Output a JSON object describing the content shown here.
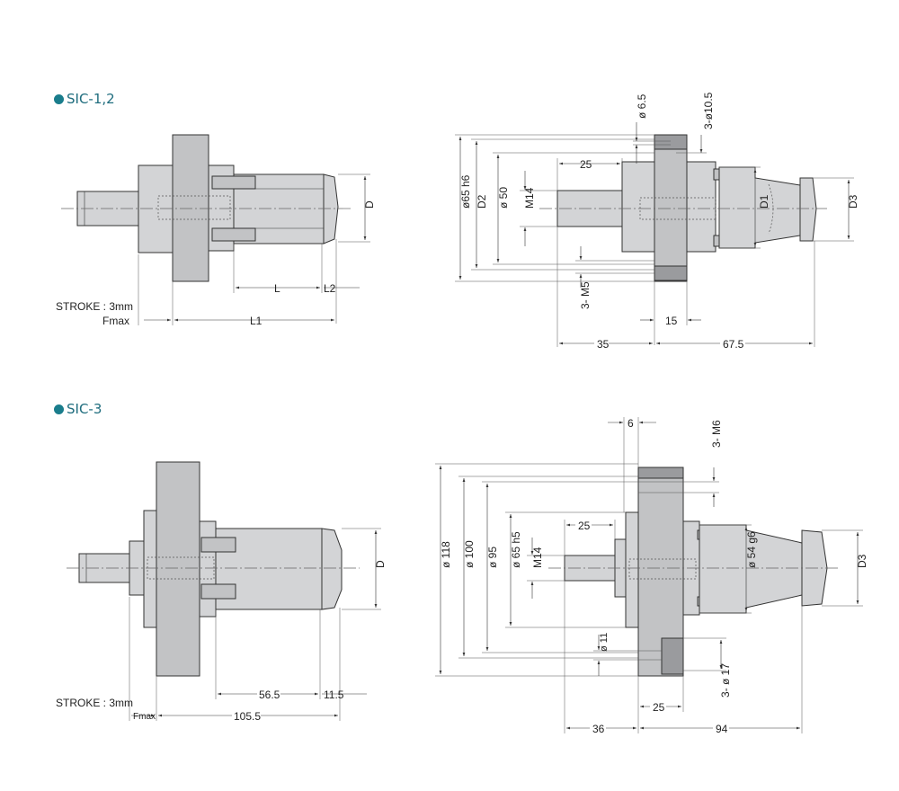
{
  "sections": [
    {
      "title": "SIC-1,2",
      "stroke_label": "STROKE : 3mm",
      "fmax_label": "Fmax"
    },
    {
      "title": "SIC-3",
      "stroke_label": "STROKE : 3mm",
      "fmax_label": "Fmax"
    }
  ],
  "sic12_side": {
    "D": "D",
    "L": "L",
    "L2": "L2",
    "L1": "L1"
  },
  "sic12_front": {
    "phi65h6": "ø65 h6",
    "D2": "D2",
    "phi50": "ø 50",
    "M14": "M14",
    "dim25": "25",
    "phi6_5": "ø 6.5",
    "hole_3phi10_5": "3-ø10.5",
    "D1": "D1",
    "D3": "D3",
    "M5": "3- M5",
    "dim15": "15",
    "dim35": "35",
    "dim67_5": "67.5"
  },
  "sic3_side": {
    "D": "D",
    "dim56_5": "56.5",
    "dim11_5": "11.5",
    "dim105_5": "105.5"
  },
  "sic3_front": {
    "dim6": "6",
    "M6": "3- M6",
    "phi118": "ø 118",
    "phi100": "ø 100",
    "phi95": "ø 95",
    "phi65h5": "ø 65 h5",
    "M14": "M14",
    "dim25": "25",
    "phi54g6": "ø 54 g6",
    "D3": "D3",
    "phi11": "ø 11",
    "phi17": "3- ø 17",
    "dim25b": "25",
    "dim36": "36",
    "dim94": "94"
  }
}
